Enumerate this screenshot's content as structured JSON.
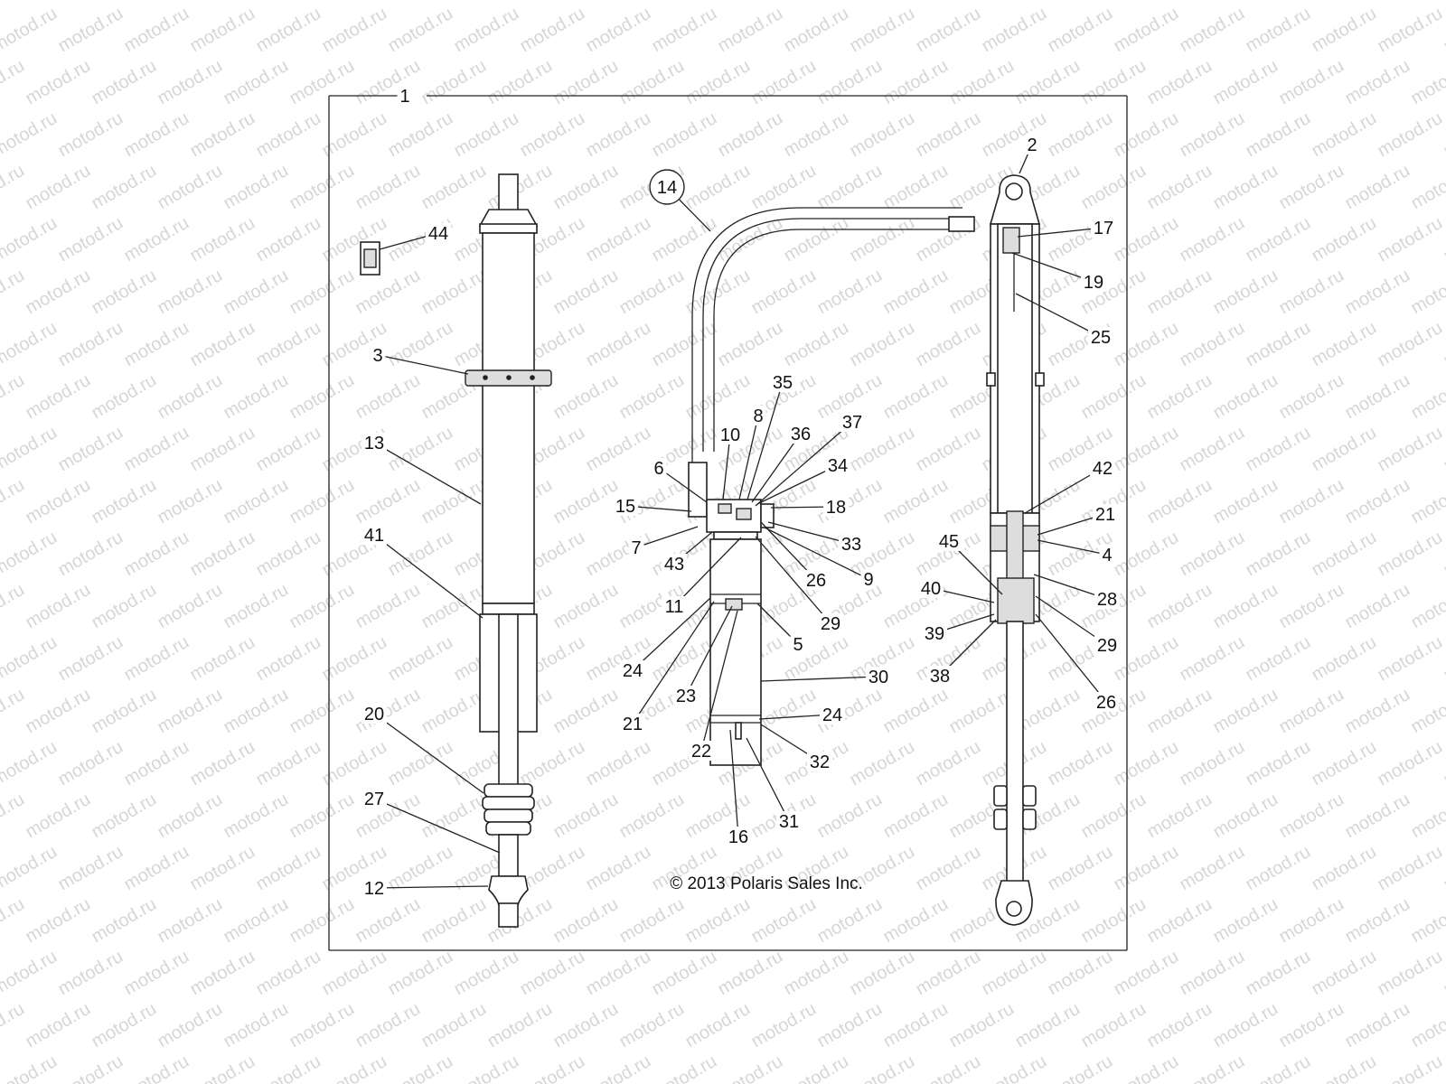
{
  "watermark": "motod.ru",
  "copyright": "© 2013 Polaris Sales Inc.",
  "labels": [
    "1",
    "2",
    "3",
    "4",
    "5",
    "6",
    "7",
    "8",
    "9",
    "10",
    "11",
    "12",
    "13",
    "14",
    "15",
    "16",
    "17",
    "18",
    "19",
    "20",
    "21",
    "21",
    "22",
    "23",
    "24",
    "24",
    "25",
    "26",
    "26",
    "27",
    "28",
    "29",
    "29",
    "30",
    "31",
    "32",
    "33",
    "34",
    "35",
    "36",
    "37",
    "38",
    "39",
    "40",
    "41",
    "42",
    "43",
    "44",
    "45"
  ]
}
